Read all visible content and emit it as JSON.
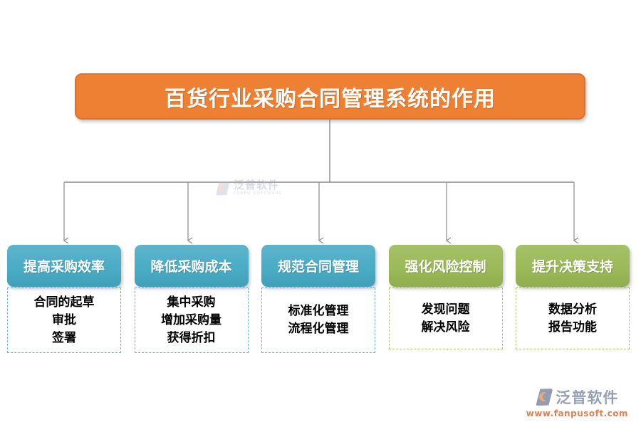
{
  "title": {
    "label": "百货行业采购合同管理系统的作用"
  },
  "columns": [
    {
      "label": "提高采购效率",
      "theme": "teal",
      "lines": [
        "合同的起草",
        "审批",
        "签署"
      ]
    },
    {
      "label": "降低采购成本",
      "theme": "teal",
      "lines": [
        "集中采购",
        "增加采购量",
        "获得折扣"
      ]
    },
    {
      "label": "规范合同管理",
      "theme": "teal",
      "lines": [
        "标准化管理",
        "流程化管理"
      ]
    },
    {
      "label": "强化风险控制",
      "theme": "green",
      "lines": [
        "发现问题",
        "解决风险"
      ]
    },
    {
      "label": "提升决策支持",
      "theme": "green",
      "lines": [
        "数据分析",
        "报告功能"
      ]
    }
  ],
  "watermark": {
    "name": "泛普软件",
    "subtitle": "FANPU SOFTWARE"
  },
  "footer_logo": {
    "name": "泛普软件",
    "url": "www.fanpusoft.com"
  },
  "colors": {
    "title_orange": "#ED8033",
    "title_border": "#DE7226",
    "teal": "#4AACC6",
    "green": "#9BBA59",
    "teal_dash": "#6FB4CB",
    "green_dash": "#B9BD86",
    "connector_gray": "#8C8C8C"
  }
}
